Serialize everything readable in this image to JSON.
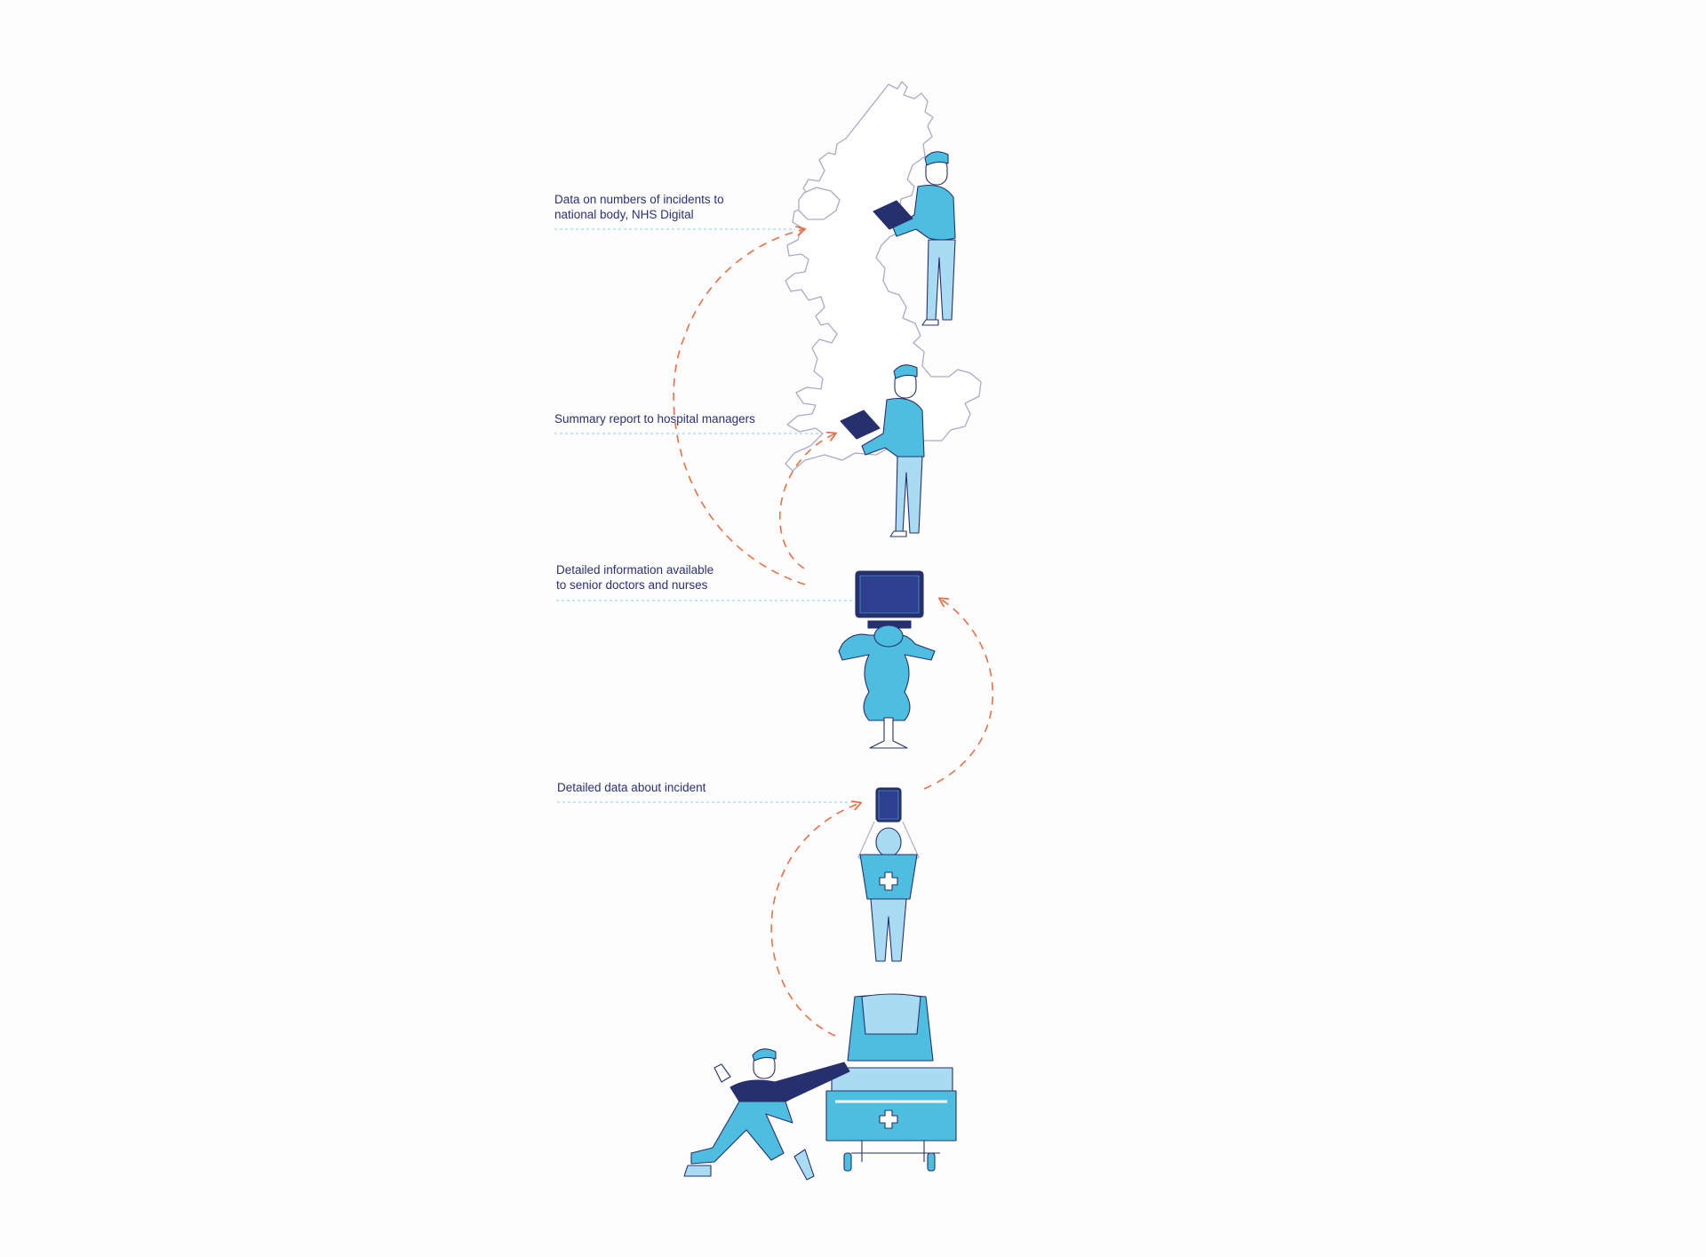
{
  "colors": {
    "navy": "#26306e",
    "blue": "#4dbde0",
    "light_blue": "#a9dcf2",
    "pale_blue": "#d6eef9",
    "arrow_orange": "#ee6e43",
    "guide_line": "#9fd8ec",
    "map_stroke": "#a9aac9"
  },
  "steps": [
    {
      "id": "national",
      "lines": [
        "Data on numbers of incidents to",
        "national body, NHS Digital"
      ]
    },
    {
      "id": "managers",
      "lines": [
        "Summary report to hospital managers"
      ]
    },
    {
      "id": "senior",
      "lines": [
        "Detailed information available",
        "to senior doctors and nurses"
      ]
    },
    {
      "id": "incident",
      "lines": [
        "Detailed data about incident"
      ]
    }
  ],
  "icons": [
    "uk-map-icon",
    "official-with-tablet-icon",
    "manager-with-tablet-icon",
    "clinician-at-computer-icon",
    "nurse-with-tablet-icon",
    "patient-falling-icon",
    "hospital-bed-icon",
    "cross-icon"
  ]
}
